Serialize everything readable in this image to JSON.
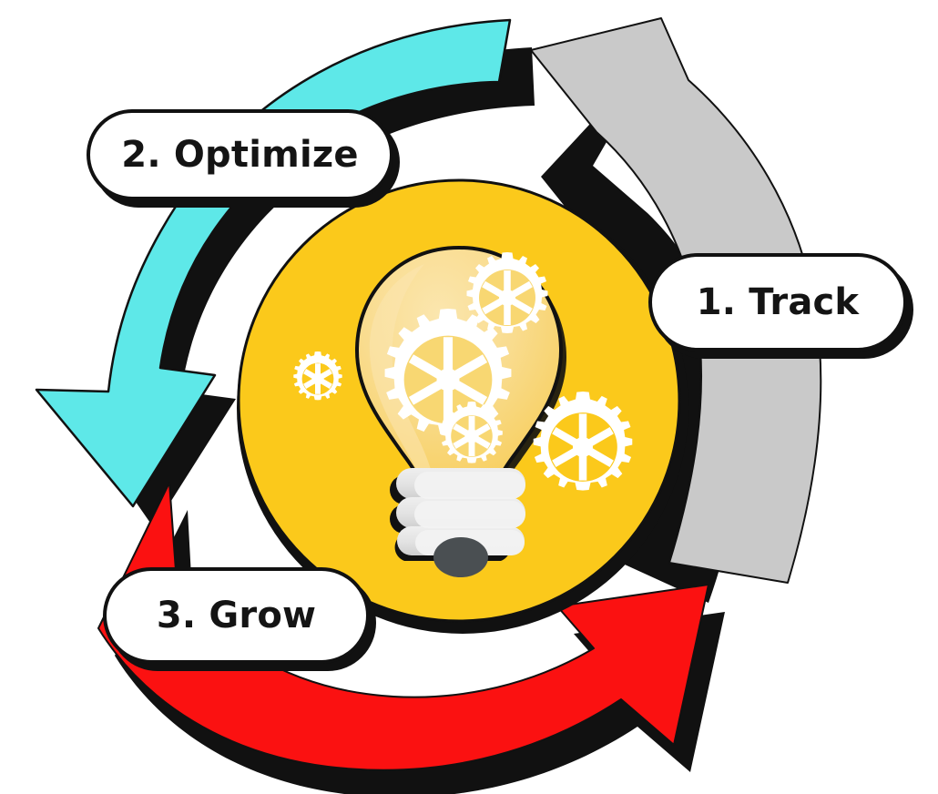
{
  "diagram": {
    "title": "Growth Cycle Diagram",
    "type": "circular-process-cycle",
    "center": {
      "icon_name": "lightbulb-with-gears-icon",
      "description": "Yellow circle containing a glowing lightbulb filled with white cogwheels"
    },
    "steps": [
      {
        "id": "track",
        "number": "1.",
        "label": "1. Track",
        "arrow_color": "#C9C9C9",
        "arrow_name": "gray-arrow-track",
        "arrow_direction": "bottom-right to top-left"
      },
      {
        "id": "optimize",
        "number": "2.",
        "label": "2. Optimize",
        "arrow_color": "#5EE8E8",
        "arrow_name": "cyan-arrow-optimize",
        "arrow_direction": "top-right to bottom-left"
      },
      {
        "id": "grow",
        "number": "3.",
        "label": "3. Grow",
        "arrow_color": "#FB1111",
        "arrow_name": "red-arrow-grow",
        "arrow_direction": "bottom-left to bottom-right"
      }
    ],
    "colors": {
      "background": "#ffffff",
      "outline": "#111111",
      "cyan": "#5EE8E8",
      "gray": "#C9C9C9",
      "red": "#FB1111",
      "circle_yellow": "#FBC91B",
      "bulb_glow": "#F8D772",
      "bulb_glow_light": "#FBE2A3",
      "gear_white": "#FFFFFF",
      "bulb_base_light": "#E8E8E8",
      "bulb_base_mid": "#D2D2D2",
      "bulb_tip": "#4A4F52"
    }
  }
}
